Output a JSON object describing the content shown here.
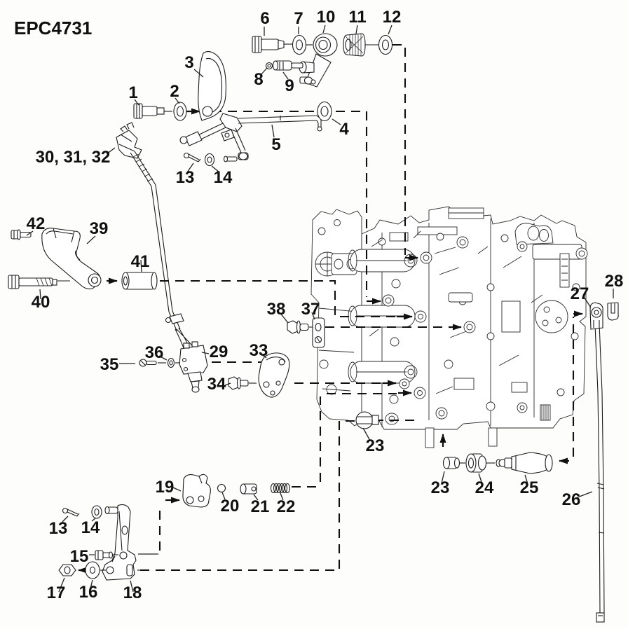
{
  "diagram": {
    "code": "EPC4731",
    "callouts": [
      {
        "label": "1"
      },
      {
        "label": "2"
      },
      {
        "label": "3"
      },
      {
        "label": "4"
      },
      {
        "label": "5"
      },
      {
        "label": "6"
      },
      {
        "label": "7"
      },
      {
        "label": "8"
      },
      {
        "label": "9"
      },
      {
        "label": "10"
      },
      {
        "label": "11"
      },
      {
        "label": "12"
      },
      {
        "label": "13"
      },
      {
        "label": "14"
      },
      {
        "label": "30, 31, 32"
      },
      {
        "label": "42"
      },
      {
        "label": "39"
      },
      {
        "label": "40"
      },
      {
        "label": "41"
      },
      {
        "label": "35"
      },
      {
        "label": "36"
      },
      {
        "label": "29"
      },
      {
        "label": "33"
      },
      {
        "label": "34"
      },
      {
        "label": "38"
      },
      {
        "label": "37"
      },
      {
        "label": "27"
      },
      {
        "label": "28"
      },
      {
        "label": "23"
      },
      {
        "label": "23"
      },
      {
        "label": "24"
      },
      {
        "label": "25"
      },
      {
        "label": "26"
      },
      {
        "label": "19"
      },
      {
        "label": "20"
      },
      {
        "label": "21"
      },
      {
        "label": "22"
      },
      {
        "label": "13"
      },
      {
        "label": "14"
      },
      {
        "label": "15"
      },
      {
        "label": "16"
      },
      {
        "label": "17"
      },
      {
        "label": "18"
      }
    ]
  }
}
